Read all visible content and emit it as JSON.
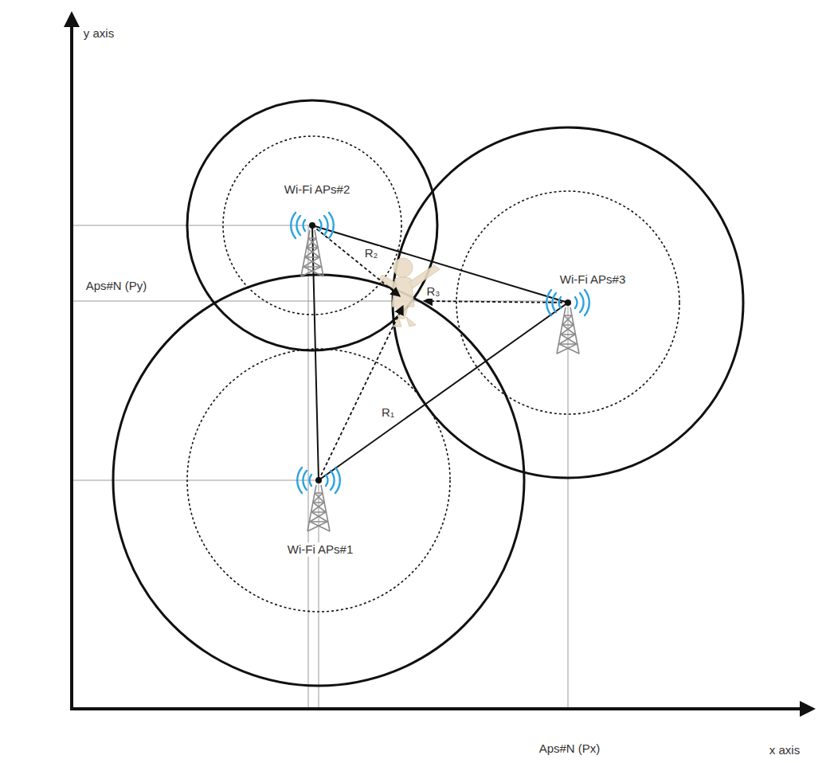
{
  "diagram": {
    "labels": [
      "y axis",
      "Wi-Fi APs#2",
      "R₂",
      "Aps#N (Py)",
      "R₃",
      "Wi-Fi APs#3",
      "R₁",
      "Wi-Fi APs#1",
      "Aps#N (Px)",
      "x axis"
    ]
  }
}
